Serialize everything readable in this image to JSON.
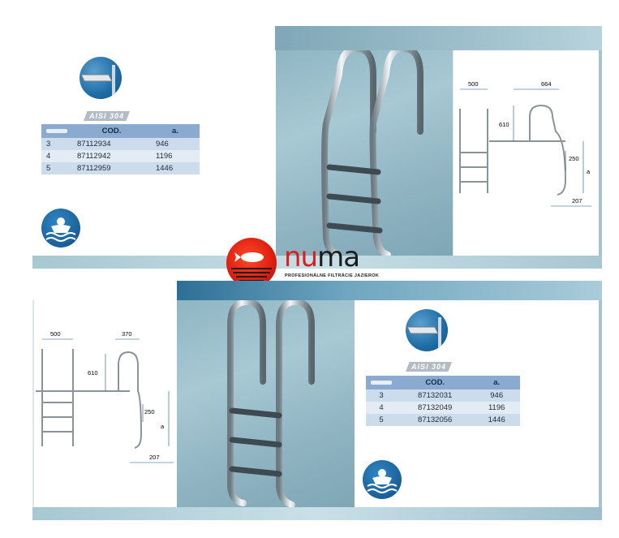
{
  "brand": {
    "name_part1": "nu",
    "name_part2": "ma",
    "tagline": "PROFESIONÁLNE FILTRÁCIE JAZIEROK",
    "colors": {
      "red": "#d9211a",
      "dark": "#1c1c1c",
      "blue": "#1e6ca7"
    }
  },
  "top_product": {
    "material_label": "AISI 304",
    "material_icon": "steel-tube-icon",
    "table": {
      "headers": [
        "",
        "COD.",
        "a."
      ],
      "rows": [
        [
          "3",
          "87112934",
          "946"
        ],
        [
          "4",
          "87112942",
          "1196"
        ],
        [
          "5",
          "87112959",
          "1446"
        ]
      ]
    },
    "usage_icon": "swimmer-icon",
    "drawing": {
      "width_label": "500",
      "depth_label": "664",
      "height_label": "610",
      "step_label": "250",
      "a_label": "a",
      "base_label": "207"
    }
  },
  "bottom_product": {
    "material_label": "AISI 304",
    "material_icon": "steel-tube-icon",
    "table": {
      "headers": [
        "",
        "COD.",
        "a."
      ],
      "rows": [
        [
          "3",
          "87132031",
          "946"
        ],
        [
          "4",
          "87132049",
          "1196"
        ],
        [
          "5",
          "87132056",
          "1446"
        ]
      ]
    },
    "usage_icon": "swimmer-icon",
    "drawing": {
      "width_label": "500",
      "depth_label": "370",
      "height_label": "610",
      "step_label": "250",
      "a_label": "a",
      "base_label": "207"
    }
  }
}
